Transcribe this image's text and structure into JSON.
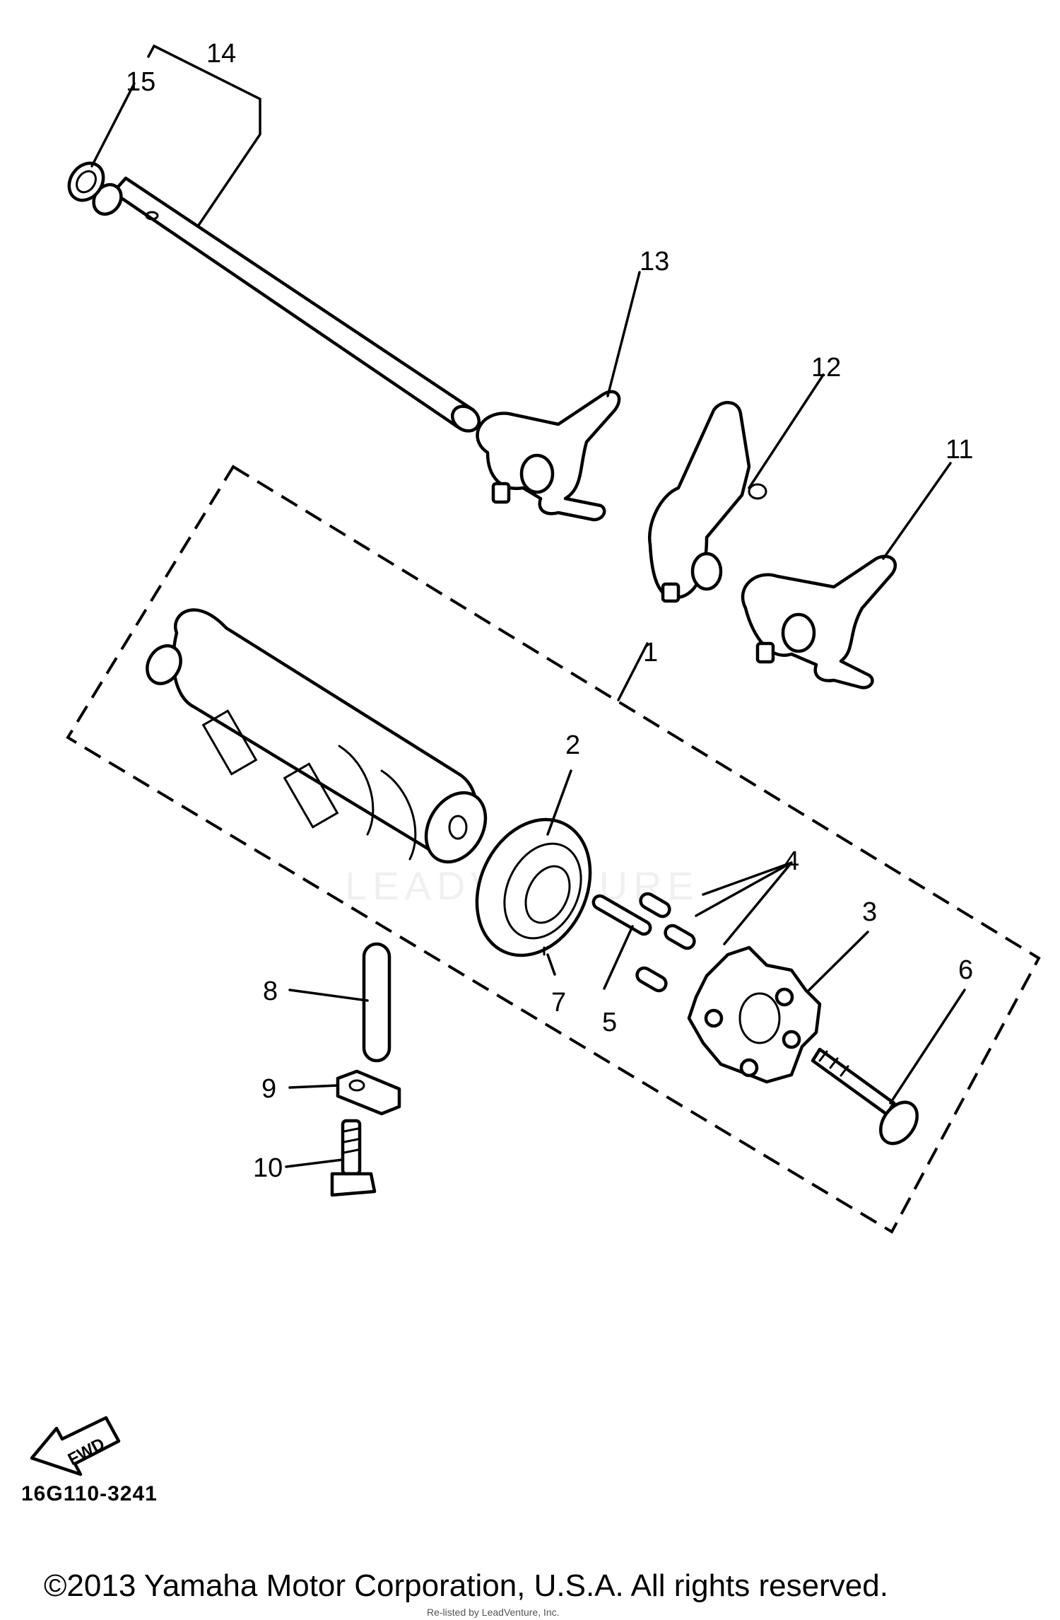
{
  "callouts": {
    "c1": "1",
    "c2": "2",
    "c3": "3",
    "c4": "4",
    "c5": "5",
    "c6": "6",
    "c7": "7",
    "c8": "8",
    "c9": "9",
    "c10": "10",
    "c11": "11",
    "c12": "12",
    "c13": "13",
    "c14": "14",
    "c15": "15"
  },
  "arrow_label": "FWD",
  "ref_code": "16G110-3241",
  "copyright": "©2013 Yamaha Motor Corporation, U.S.A. All rights reserved.",
  "attribution": "Re-listed by LeadVenture, Inc.",
  "watermark": "LEADVENTURE",
  "colors": {
    "line": "#000000",
    "background": "#ffffff"
  }
}
